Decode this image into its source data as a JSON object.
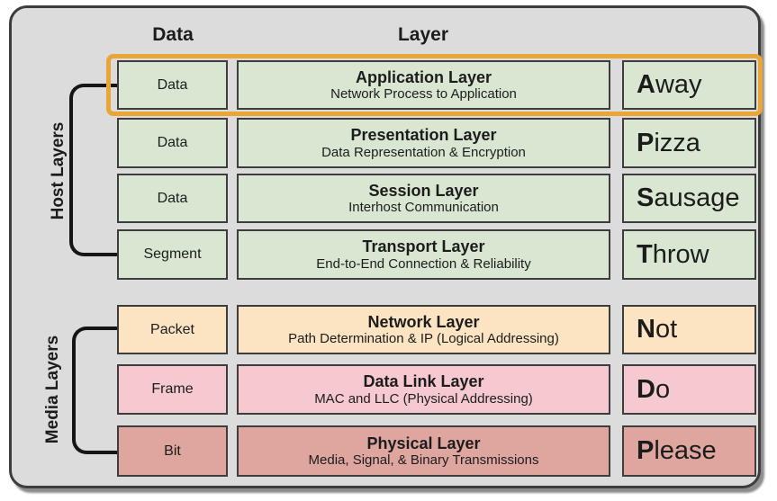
{
  "header": {
    "data_column": "Data",
    "layer_column": "Layer"
  },
  "groups": {
    "host": {
      "label": "Host Layers"
    },
    "media": {
      "label": "Media Layers"
    }
  },
  "rows": [
    {
      "unit": "Data",
      "title": "Application Layer",
      "subtitle": "Network Process to Application",
      "mnemonic_first": "A",
      "mnemonic_rest": "way",
      "group": "host",
      "highlighted": true,
      "fill": "#d9e7d2"
    },
    {
      "unit": "Data",
      "title": "Presentation Layer",
      "subtitle": "Data Representation & Encryption",
      "mnemonic_first": "P",
      "mnemonic_rest": "izza",
      "group": "host",
      "highlighted": false,
      "fill": "#d9e7d2"
    },
    {
      "unit": "Data",
      "title": "Session Layer",
      "subtitle": "Interhost Communication",
      "mnemonic_first": "S",
      "mnemonic_rest": "ausage",
      "group": "host",
      "highlighted": false,
      "fill": "#d9e7d2"
    },
    {
      "unit": "Segment",
      "title": "Transport Layer",
      "subtitle": "End-to-End Connection & Reliability",
      "mnemonic_first": "T",
      "mnemonic_rest": "hrow",
      "group": "host",
      "highlighted": false,
      "fill": "#d9e7d2"
    },
    {
      "unit": "Packet",
      "title": "Network Layer",
      "subtitle": "Path Determination & IP (Logical Addressing)",
      "mnemonic_first": "N",
      "mnemonic_rest": "ot",
      "group": "media",
      "highlighted": false,
      "fill": "#fce4c3"
    },
    {
      "unit": "Frame",
      "title": "Data Link Layer",
      "subtitle": "MAC and LLC (Physical Addressing)",
      "mnemonic_first": "D",
      "mnemonic_rest": "o",
      "group": "media",
      "highlighted": false,
      "fill": "#f5c9cf"
    },
    {
      "unit": "Bit",
      "title": "Physical Layer",
      "subtitle": "Media, Signal, & Binary Transmissions",
      "mnemonic_first": "P",
      "mnemonic_rest": "lease",
      "group": "media",
      "highlighted": false,
      "fill": "#dfa6a0"
    }
  ],
  "colors": {
    "board_background": "#dcdcdc",
    "box_border": "#3d3d3d",
    "highlight_border": "#e9a636",
    "host_fill": "#d9e7d2",
    "network_fill": "#fce4c3",
    "datalink_fill": "#f5c9cf",
    "physical_fill": "#dfa6a0"
  }
}
